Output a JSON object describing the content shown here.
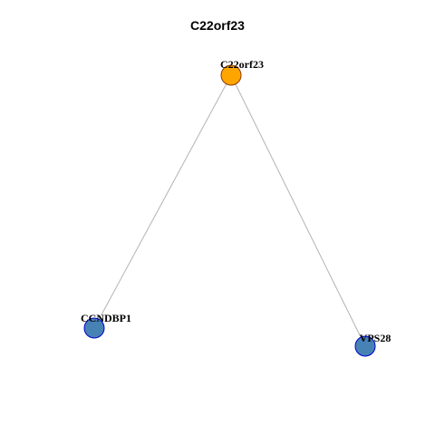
{
  "title": "C22orf23",
  "colors": {
    "edge": "#b3b3b3",
    "hub_fill": "#ffa500",
    "hub_stroke": "#8b3a00",
    "leaf_fill": "#4682b4",
    "leaf_stroke": "#0000cd"
  },
  "nodes": [
    {
      "id": "hub",
      "label": "C22orf23",
      "role": "hub"
    },
    {
      "id": "left",
      "label": "CCNDBP1",
      "role": "leaf"
    },
    {
      "id": "right",
      "label": "VPS28",
      "role": "leaf"
    }
  ],
  "edges": [
    {
      "from": "C22orf23",
      "to": "CCNDBP1"
    },
    {
      "from": "C22orf23",
      "to": "VPS28"
    }
  ]
}
